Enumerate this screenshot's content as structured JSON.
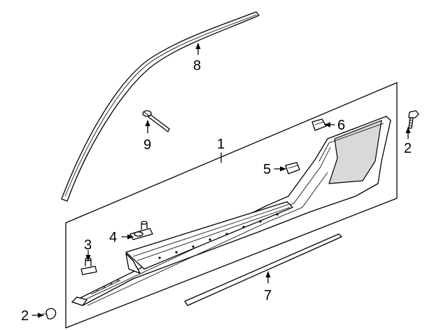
{
  "callouts": {
    "c1": "1",
    "c2_right": "2",
    "c2_left": "2",
    "c3": "3",
    "c4": "4",
    "c5": "5",
    "c6": "6",
    "c7": "7",
    "c8": "8",
    "c9": "9"
  }
}
